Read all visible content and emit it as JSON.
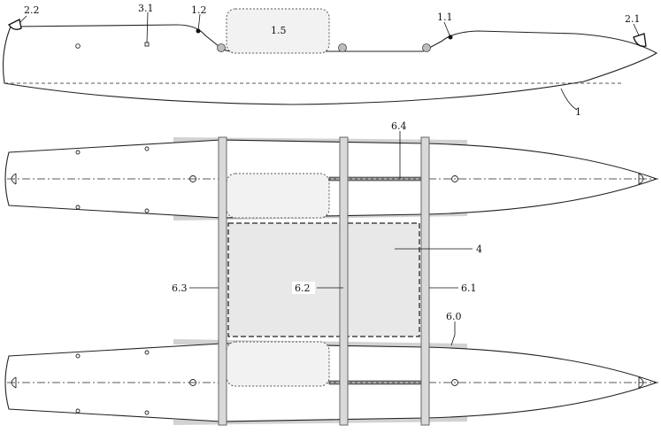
{
  "labels": {
    "side_view": {
      "bow_fitting": "2.1",
      "stern_fitting": "2.2",
      "port_small": "3.1",
      "notch_rear": "1.2",
      "notch_front": "1.1",
      "central_box": "1.5",
      "hull": "1"
    },
    "top_view": {
      "rod": "6.4",
      "deck": "4",
      "beam_rear": "6.3",
      "beam_middle": "6.2",
      "beam_front": "6.1",
      "beam_lower": "6.0"
    }
  }
}
